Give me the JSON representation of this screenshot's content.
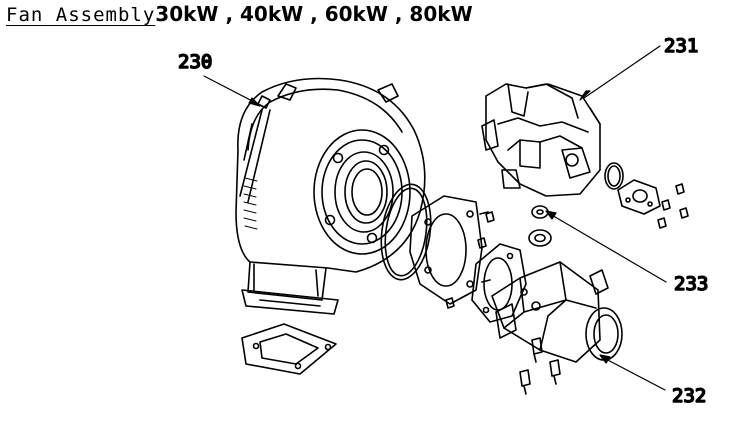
{
  "title": {
    "part1": "Fan Assembly",
    "part2": "30kW , 40kW , 60kW , 80kW"
  },
  "callouts": {
    "c230": "230",
    "c231": "231",
    "c232": "232",
    "c233": "233"
  }
}
